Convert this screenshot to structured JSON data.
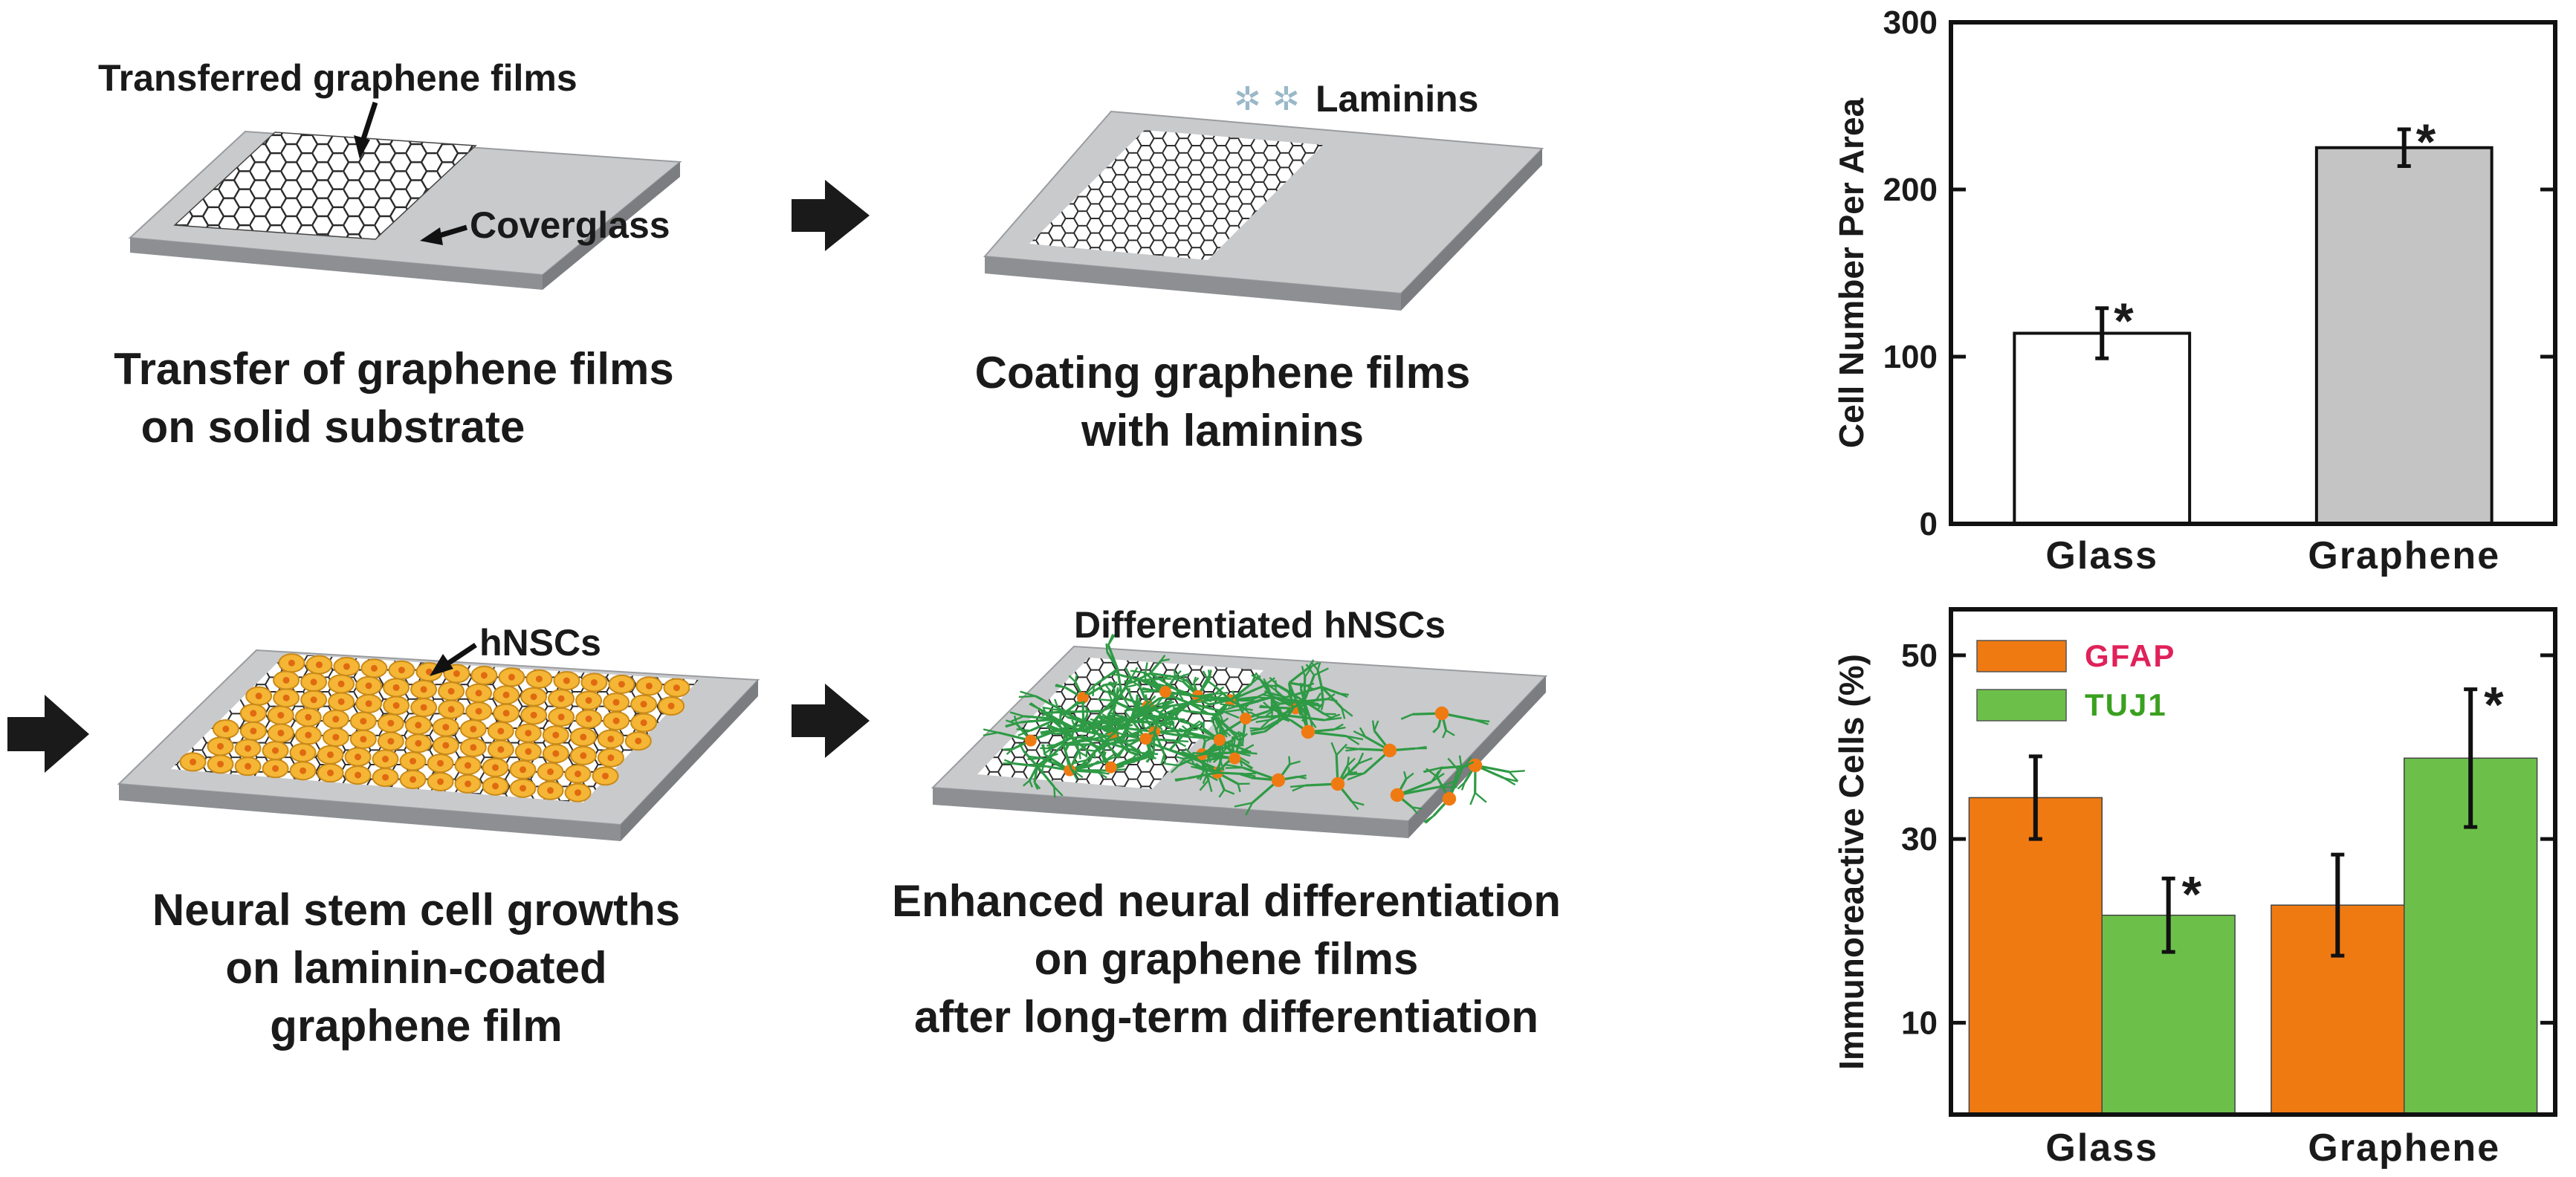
{
  "panels": {
    "step1": {
      "caption_lines": [
        "Transfer of  graphene films",
        "on solid substrate"
      ],
      "label_films": "Transferred graphene films",
      "label_coverglass": "Coverglass"
    },
    "step2": {
      "caption_lines": [
        "Coating graphene films",
        "with laminins"
      ],
      "label_laminins": "Laminins"
    },
    "step3": {
      "caption_lines": [
        "Neural stem cell growths",
        "on laminin-coated",
        "graphene film"
      ],
      "label_cells": "hNSCs"
    },
    "step4": {
      "caption_lines": [
        "Enhanced neural differentiation",
        "on graphene films",
        "after long-term differentiation"
      ],
      "label_cells": "Differentiated hNSCs"
    }
  },
  "colors": {
    "gfap": "#f07a12",
    "tuj1": "#6cc04a",
    "gfap_label": "#e0215a",
    "tuj1_label": "#3aa020",
    "graphene_bar": "#c4c4c4",
    "glass_bar": "#ffffff",
    "substrate_top": "#c9cacc",
    "substrate_side": "#8d8f93",
    "cell_fill": "#f5b636",
    "neurite": "#2e9a45"
  },
  "icons": [
    "arrow-right-icon",
    "laminin-star-icon"
  ],
  "chart_data": [
    {
      "type": "bar",
      "categories": [
        "Glass",
        "Graphene"
      ],
      "values": [
        114,
        225
      ],
      "errors": [
        15,
        11
      ],
      "significance": [
        "*",
        "*"
      ],
      "ylabel": "Cell Number Per Area",
      "ylim": [
        0,
        300
      ],
      "yticks": [
        0,
        100,
        200,
        300
      ],
      "grid": false
    },
    {
      "type": "bar",
      "categories": [
        "Glass",
        "Graphene"
      ],
      "series": [
        {
          "name": "GFAP",
          "values": [
            34.5,
            22.8
          ],
          "errors": [
            4.5,
            5.5
          ],
          "significance": [
            "",
            ""
          ]
        },
        {
          "name": "TUJ1",
          "values": [
            21.7,
            38.8
          ],
          "errors": [
            4.0,
            7.5
          ],
          "significance": [
            "*",
            "*"
          ]
        }
      ],
      "ylabel": "Immunoreactive Cells (%)",
      "ylim": [
        0,
        55
      ],
      "yticks": [
        10,
        30,
        50
      ],
      "legend": "top-left",
      "grid": false
    }
  ]
}
